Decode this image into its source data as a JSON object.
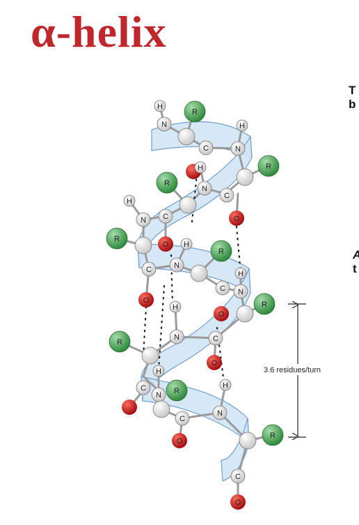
{
  "title": "α-helix",
  "measure_label": "3.6 residues/turn",
  "cut_off_text": [
    "T",
    "b",
    "A",
    "t"
  ],
  "atoms": {
    "hydrogen": "H",
    "nitrogen": "N",
    "carbon": "C",
    "oxygen": "O",
    "side_chain": "R"
  },
  "colors": {
    "title": "#c0272d",
    "ribbon": "#cfe3f5",
    "ribbon_edge": "#6f9fd0",
    "oxygen": "#c8141a",
    "side_chain": "#3f9a4c",
    "atom": "#f4f4f4"
  }
}
